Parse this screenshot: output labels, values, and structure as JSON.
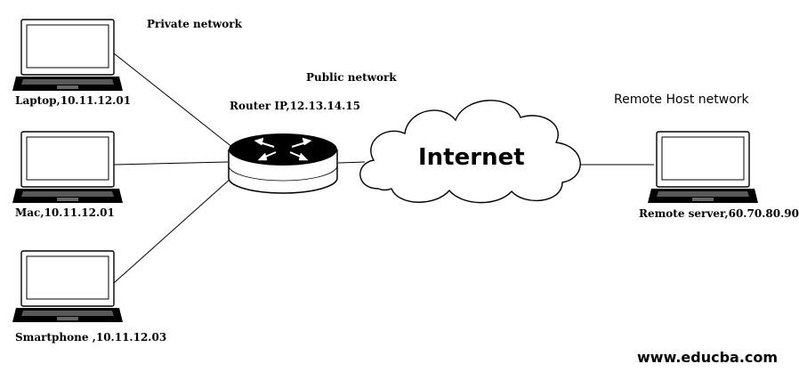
{
  "labels": {
    "private_network": "Private network",
    "public_network": "Public network",
    "remote_host_network": "Remote Host network",
    "router": "Router IP,12.13.14.15",
    "internet": "Internet",
    "watermark": "www.educba.com"
  },
  "devices": [
    {
      "label": "Laptop,10.11.12.01",
      "icon": "laptop-icon"
    },
    {
      "label": "Mac,10.11.12.01",
      "icon": "laptop-icon"
    },
    {
      "label": "Smartphone ,10.11.12.03",
      "icon": "laptop-icon"
    },
    {
      "label": "Remote server,60.70.80.90",
      "icon": "laptop-icon"
    }
  ],
  "colors": {
    "stroke": "#000000",
    "background": "#ffffff"
  }
}
